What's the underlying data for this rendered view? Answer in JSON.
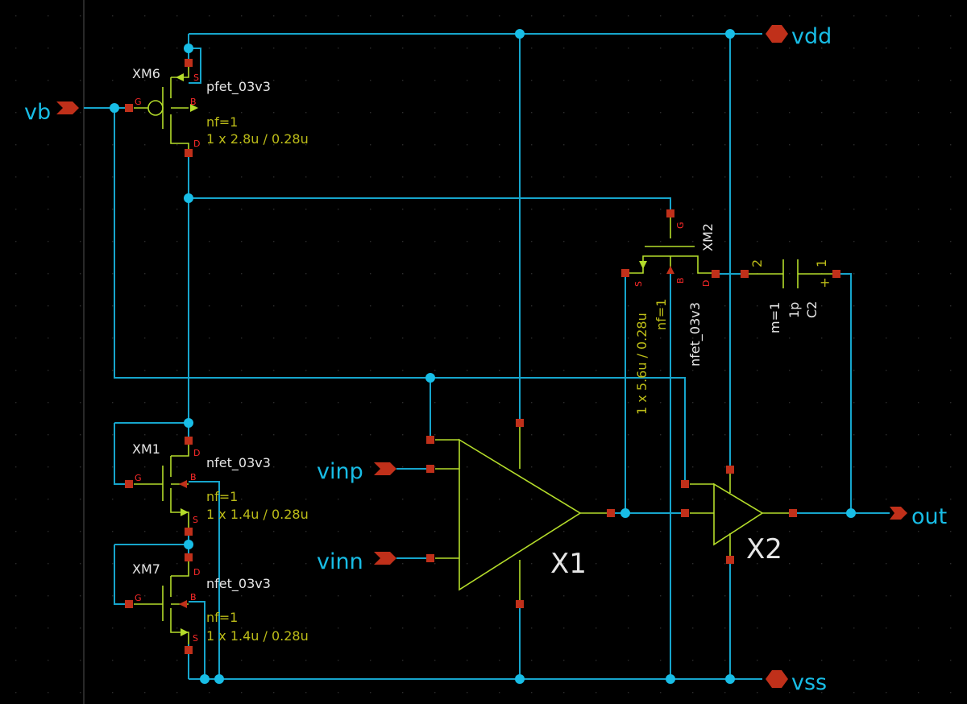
{
  "ports": {
    "vb": "vb",
    "vdd": "vdd",
    "vinp": "vinp",
    "vinn": "vinn",
    "out": "out",
    "vss": "vss"
  },
  "components": {
    "xm6": {
      "name": "XM6",
      "model": "pfet_03v3",
      "nf": "nf=1",
      "size": "1 x 2.8u / 0.28u"
    },
    "xm1": {
      "name": "XM1",
      "model": "nfet_03v3",
      "nf": "nf=1",
      "size": "1 x 1.4u / 0.28u"
    },
    "xm7": {
      "name": "XM7",
      "model": "nfet_03v3",
      "nf": "nf=1",
      "size": "1 x 1.4u / 0.28u"
    },
    "xm2": {
      "name": "XM2",
      "model": "nfet_03v3",
      "nf": "nf=1",
      "size": "1 x 5.6u / 0.28u"
    },
    "c2": {
      "name": "C2",
      "value": "1p",
      "m": "m=1",
      "pin1": "1",
      "pin2": "2",
      "plus": "+"
    },
    "x1": {
      "name": "X1"
    },
    "x2": {
      "name": "X2"
    }
  },
  "pin_labels": {
    "g": "G",
    "d": "D",
    "s": "S",
    "b": "B"
  },
  "colors": {
    "background": "#000000",
    "wire": "#16a5cc",
    "symbol": "#b4dc2a",
    "pin": "#c0301a",
    "pin_label": "#ff2a2a",
    "param": "#bcbc18",
    "port_label": "#18bde6"
  }
}
